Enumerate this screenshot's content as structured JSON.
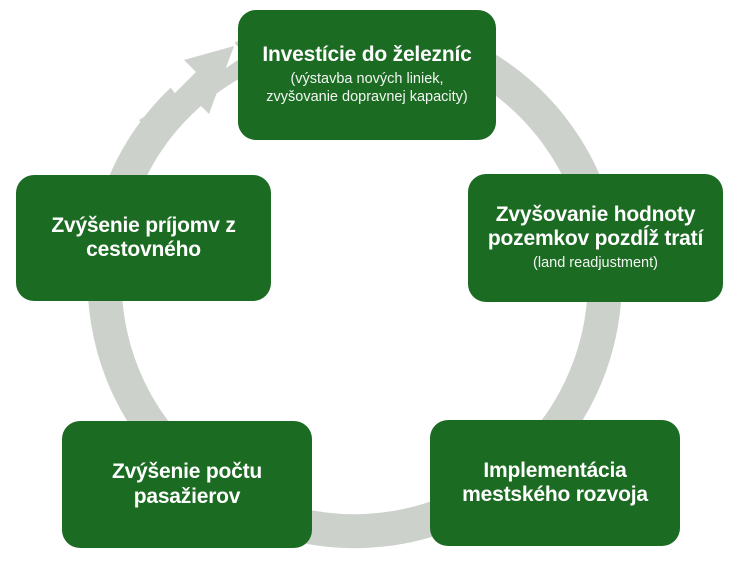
{
  "diagram": {
    "type": "cycle",
    "direction": "clockwise",
    "colors": {
      "node_fill": "#1c6b23",
      "node_text": "#ffffff",
      "ring": "#ccd1cb",
      "background": "#ffffff"
    },
    "ring": {
      "label": "cycle-arrow-ring",
      "arrow_position": "top-left"
    },
    "nodes": [
      {
        "id": "investment",
        "title": "Investície do železníc",
        "subtitle_line1": "(výstavba nových liniek,",
        "subtitle_line2": "zvyšovanie dopravnej kapacity)",
        "position": "top"
      },
      {
        "id": "landvalue",
        "title_line1": "Zvyšovanie hodnoty",
        "title_line2": "pozemkov pozdĺž tratí",
        "subtitle": "(land readjustment)",
        "position": "right"
      },
      {
        "id": "urbandev",
        "title_line1": "Implementácia",
        "title_line2": "mestského rozvoja",
        "position": "bottom-right"
      },
      {
        "id": "passengers",
        "title_line1": "Zvýšenie počtu",
        "title_line2": "pasažierov",
        "position": "bottom-left"
      },
      {
        "id": "revenue",
        "title_line1": "Zvýšenie príjomv z",
        "title_line2": "cestovného",
        "position": "left"
      }
    ]
  }
}
